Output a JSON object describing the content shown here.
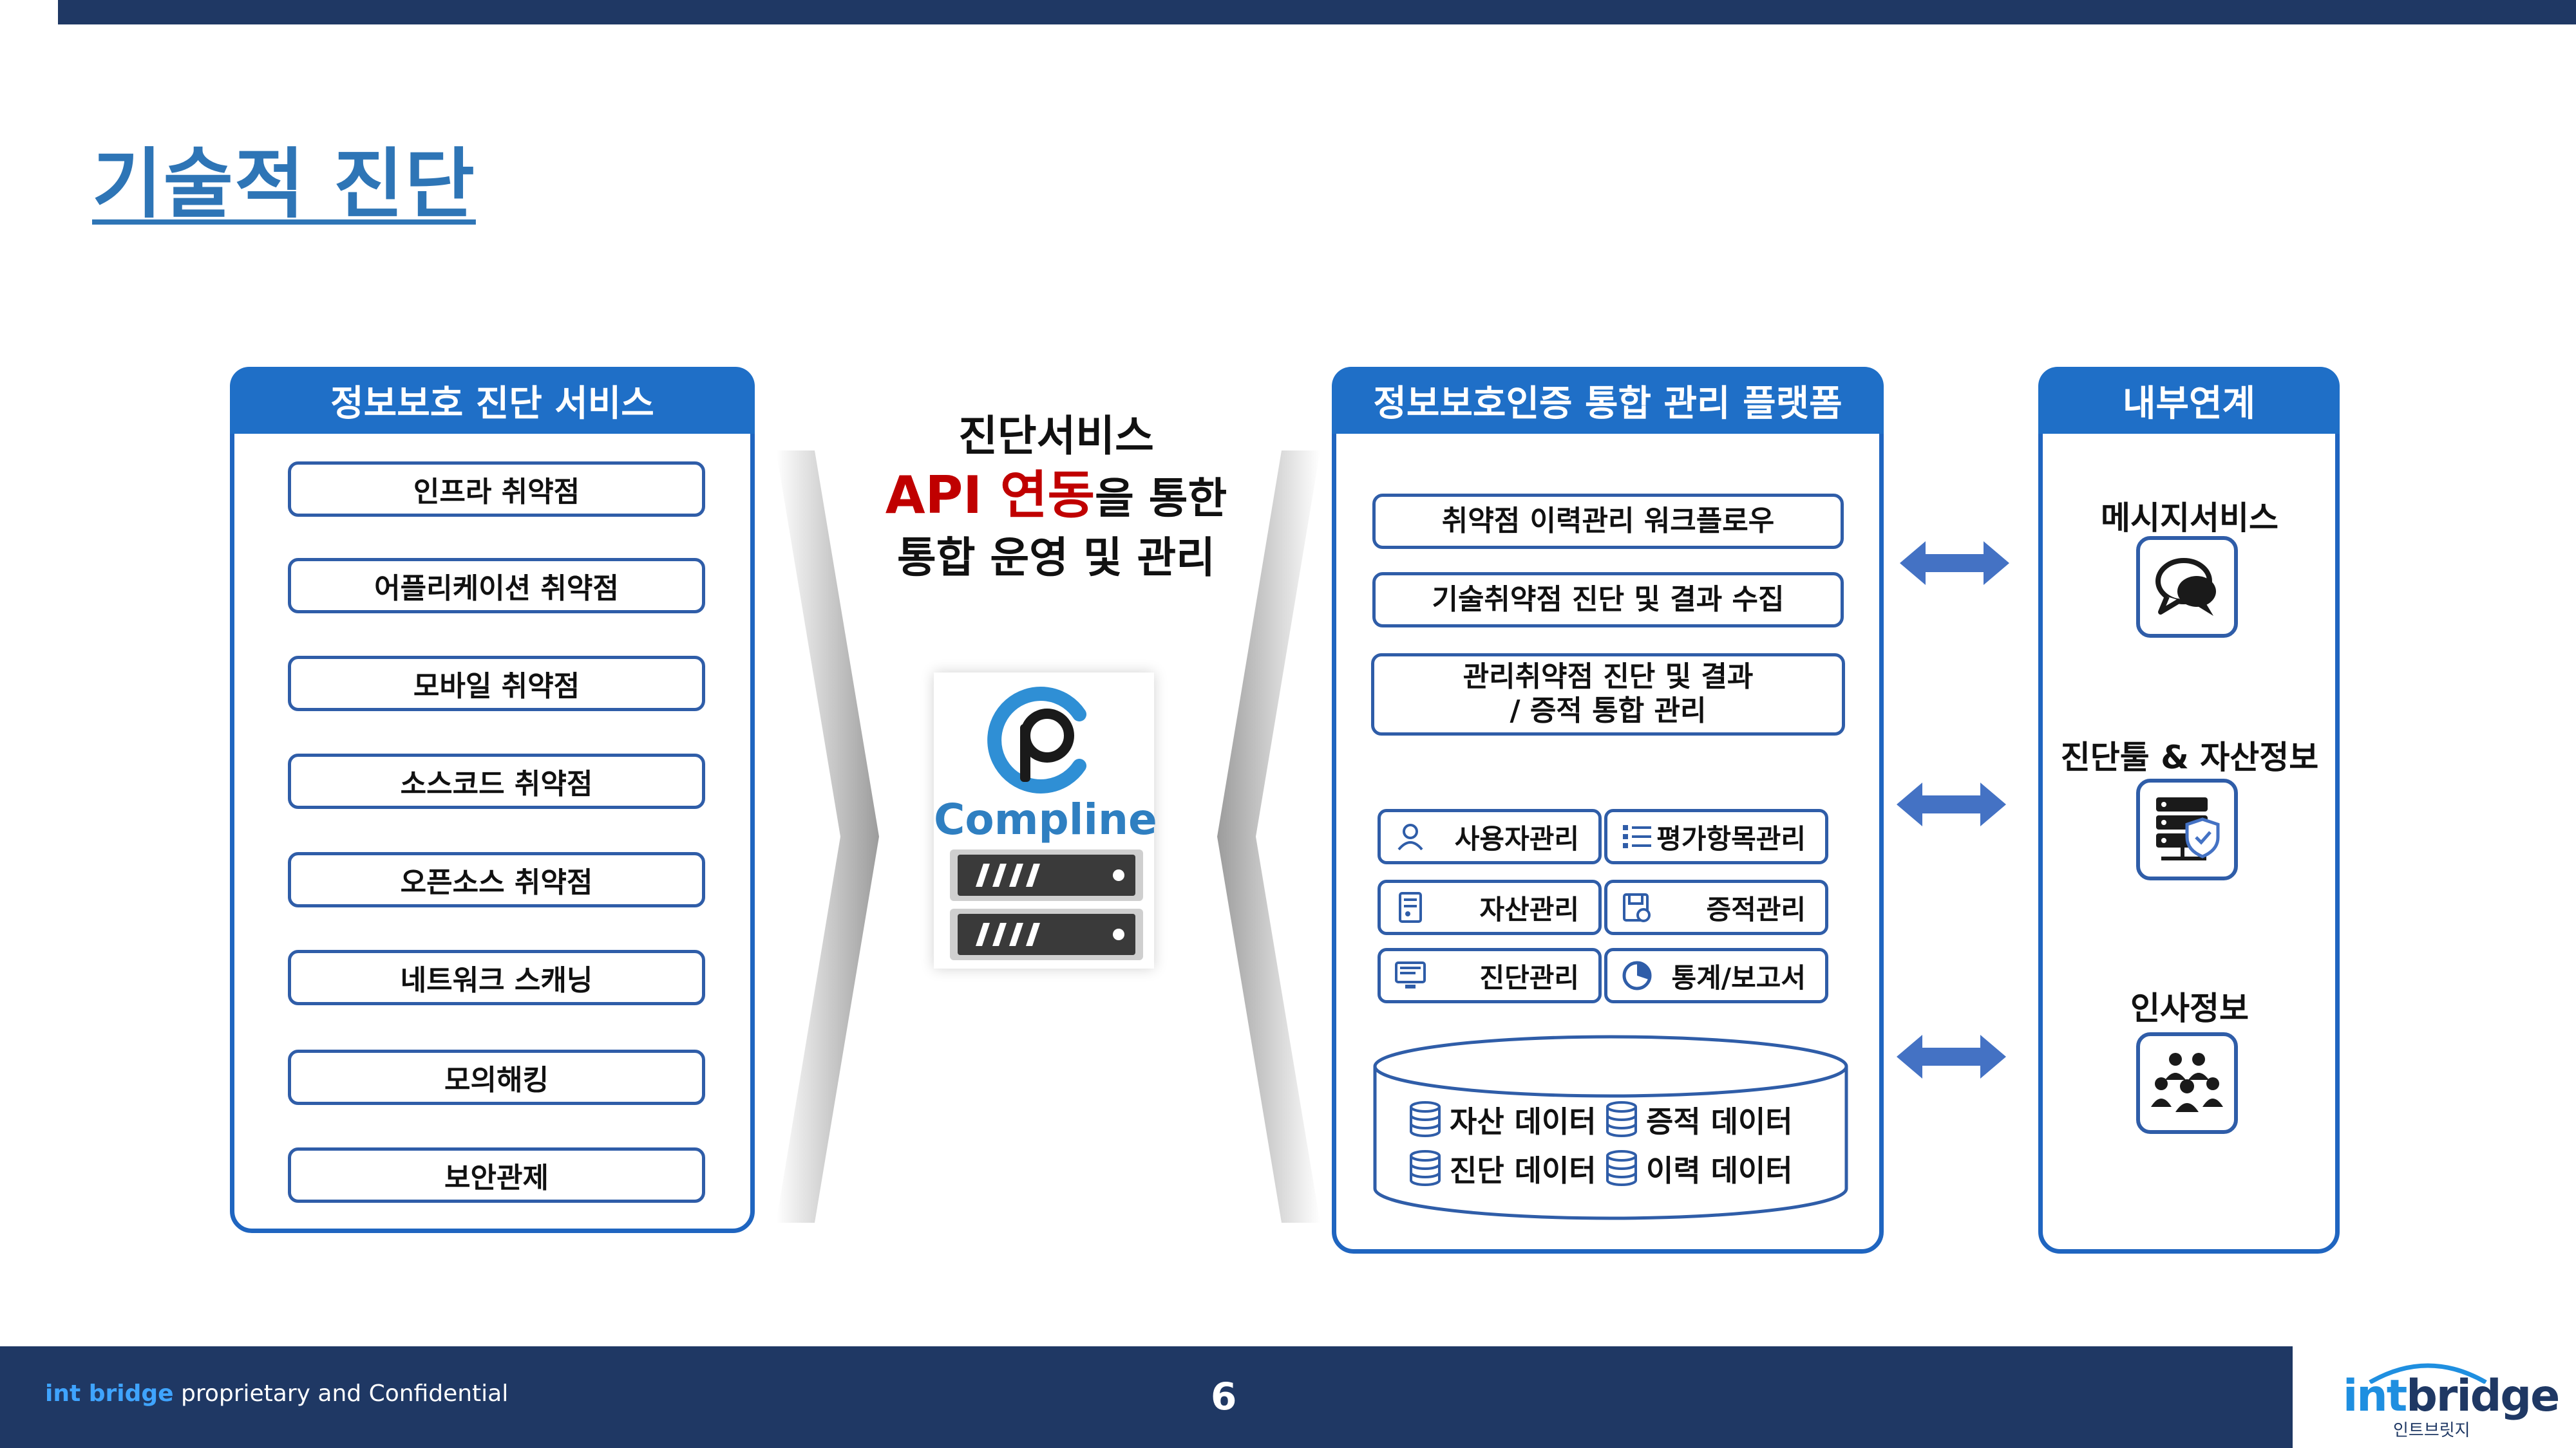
{
  "title": "기술적 진단",
  "left_panel": {
    "header": "정보보호 진단 서비스",
    "items": [
      "인프라 취약점",
      "어플리케이션 취약점",
      "모바일 취약점",
      "소스코드 취약점",
      "오픈소스 취약점",
      "네트워크 스캐닝",
      "모의해킹",
      "보안관제"
    ]
  },
  "center": {
    "line1": "진단서비스",
    "line2_red": "API 연동",
    "line2_rest": "을 통한",
    "line3": "통합 운영 및 관리",
    "logo_text": "Compline"
  },
  "platform": {
    "header": "정보보호인증 통합 관리 플랫폼",
    "workflow": "취약점 이력관리 워크플로우",
    "tech_diag": "기술취약점 진단 및 결과 수집",
    "mgmt_diag_line1": "관리취약점 진단 및 결과",
    "mgmt_diag_line2": "/ 증적 통합 관리",
    "modules": [
      {
        "label": "사용자관리",
        "icon": "user-icon"
      },
      {
        "label": "평가항목관리",
        "icon": "list-icon"
      },
      {
        "label": "자산관리",
        "icon": "asset-icon"
      },
      {
        "label": "증적관리",
        "icon": "evidence-icon"
      },
      {
        "label": "진단관리",
        "icon": "monitor-icon"
      },
      {
        "label": "통계/보고서",
        "icon": "chart-icon"
      }
    ],
    "db": [
      "자산 데이터",
      "증적 데이터",
      "진단 데이터",
      "이력 데이터"
    ]
  },
  "internal": {
    "header": "내부연계",
    "items": [
      {
        "label": "메시지서비스",
        "icon": "chat-icon"
      },
      {
        "label": "진단툴 & 자산정보",
        "icon": "server-shield-icon"
      },
      {
        "label": "인사정보",
        "icon": "people-icon"
      }
    ]
  },
  "footer": {
    "brand": "int bridge",
    "confidential": "proprietary and Confidential",
    "page": "6",
    "logo_int": "int",
    "logo_bridge": "bridge",
    "logo_kor": "인트브릿지"
  },
  "colors": {
    "navy": "#1f3864",
    "blue": "#1f6fc7",
    "border": "#2f5da8",
    "red": "#c00000"
  }
}
